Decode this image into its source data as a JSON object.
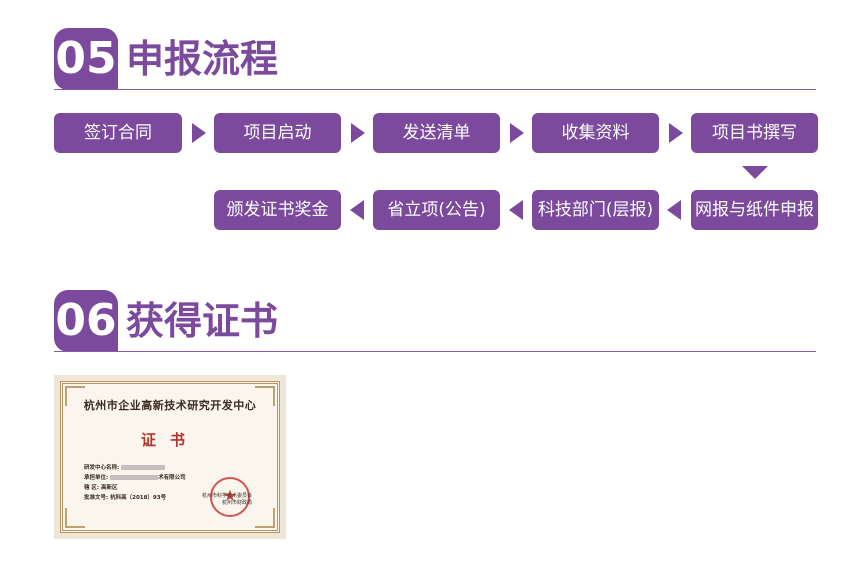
{
  "section1": {
    "number": "05",
    "title": "申报流程",
    "row1": [
      "签订合同",
      "项目启动",
      "发送清单",
      "收集资料",
      "项目书撰写"
    ],
    "row2": [
      "网报与纸件申报",
      "科技部门(层报)",
      "省立项(公告)",
      "颁发证书奖金"
    ]
  },
  "section2": {
    "number": "06",
    "title": "获得证书"
  },
  "certificate": {
    "org": "杭州市企业高新技术研究开发中心",
    "title": "证书",
    "field_center_label": "研发中心名称:",
    "field_unit_label": "承担单位:",
    "field_unit_suffix": "术有限公司",
    "field_region_label": "辖    区:",
    "field_region_value": "高新区",
    "field_doc_label": "批准文号:",
    "field_doc_value": "杭科高〔2018〕93号",
    "issuer_line1": "杭州市科学技术委员会",
    "issuer_line2": "杭州市财政局"
  }
}
